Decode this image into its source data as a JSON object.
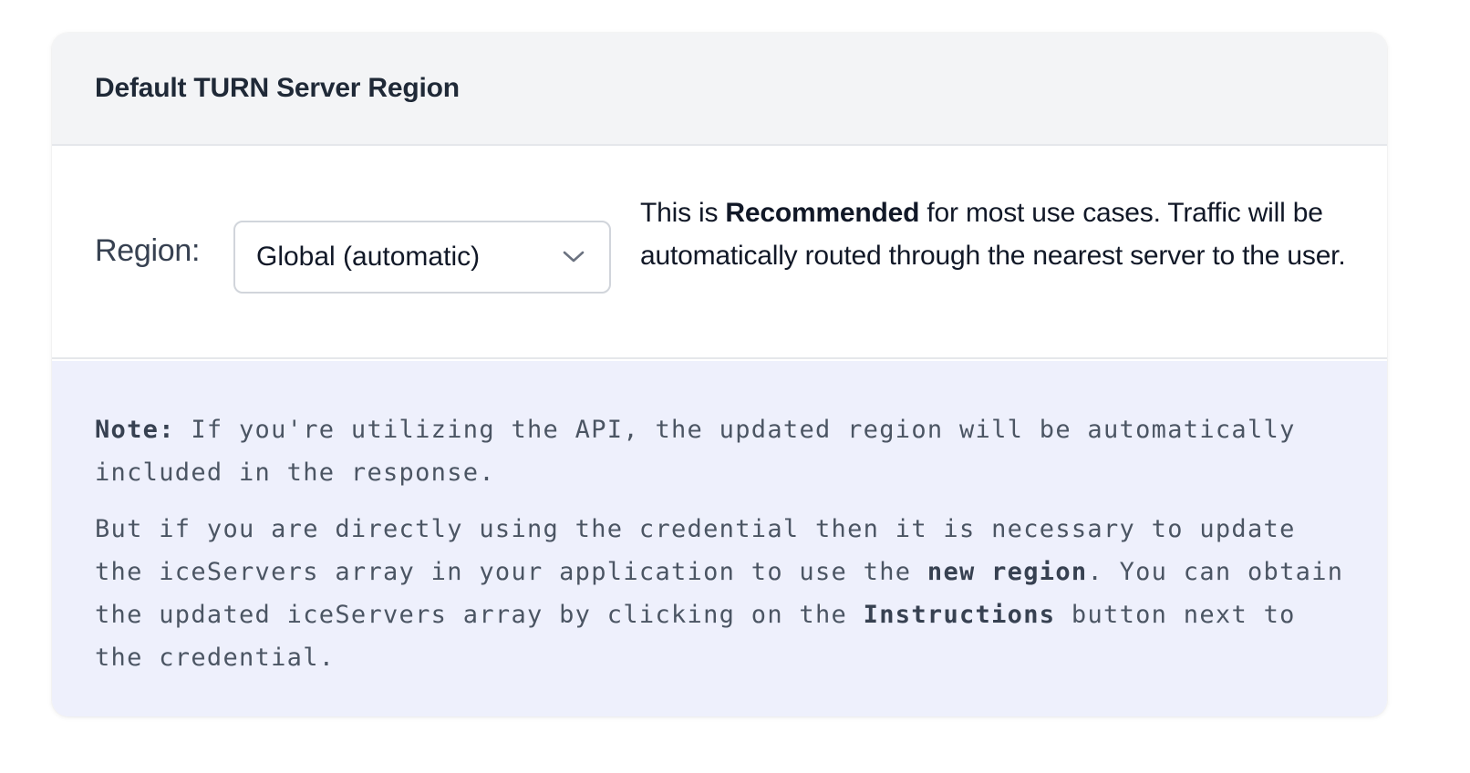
{
  "card": {
    "title": "Default TURN Server Region"
  },
  "region": {
    "label": "Region:",
    "select": {
      "selected_value": "Global (automatic)",
      "icon": "chevron-down-icon"
    },
    "description": {
      "prefix": "This is ",
      "emphasis": "Recommended",
      "suffix": " for most use cases. Traffic will be automatically routed through the nearest server to the user."
    }
  },
  "note": {
    "paragraph1": {
      "label": "Note:",
      "text": " If you're utilizing the API, the updated region will be automatically included in the response."
    },
    "paragraph2": {
      "part1": "But if you are directly using the credential then it is necessary to update the iceServers array in your application to use the ",
      "emphasis1": "new region",
      "part2": ". You can obtain the updated iceServers array by clicking on the ",
      "emphasis2": "Instructions",
      "part3": " button next to the credential."
    }
  },
  "colors": {
    "header_bg": "#f3f4f6",
    "note_bg": "#eef0fc",
    "title_text": "#1f2937",
    "note_text": "#4b5563",
    "border": "#e5e7eb"
  }
}
